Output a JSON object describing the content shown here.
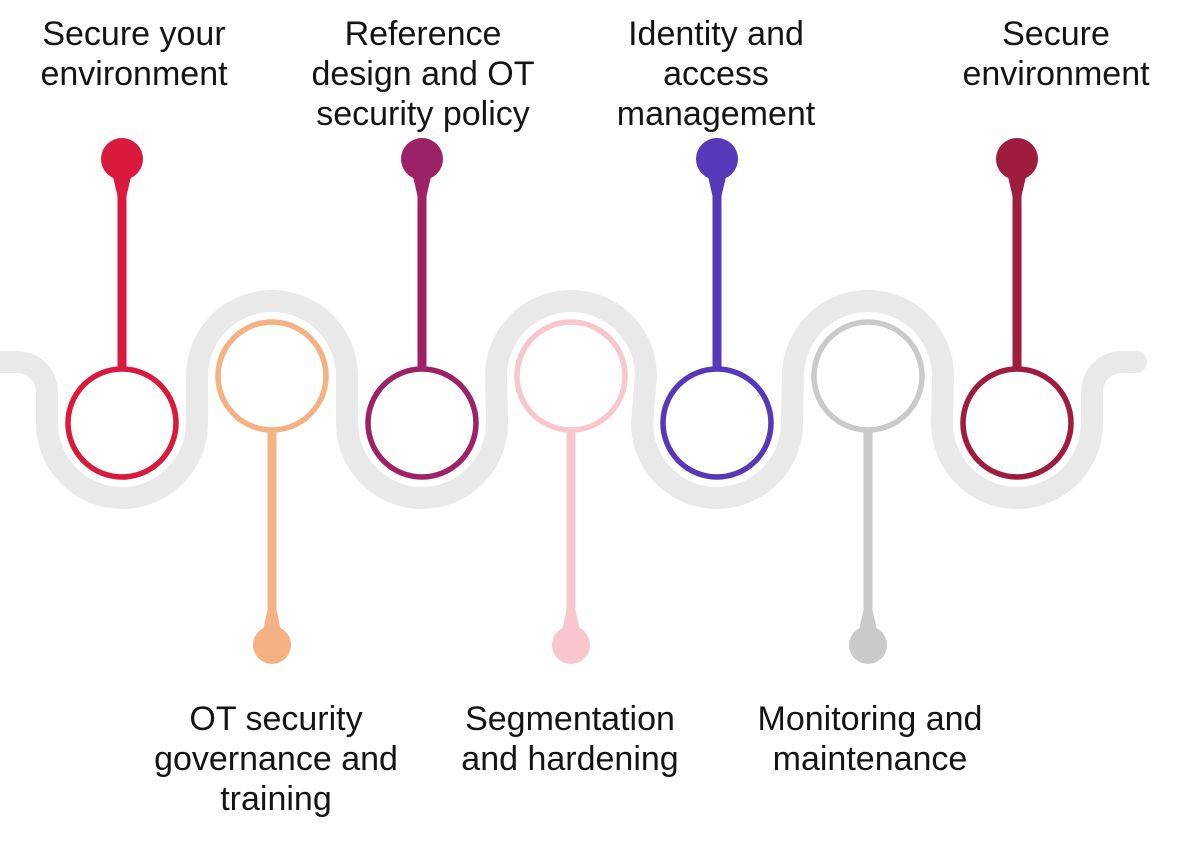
{
  "diagram": {
    "type": "serpentine-roadmap-timeline",
    "background": "#ffffff"
  },
  "colors": {
    "track": "#E9E9E9",
    "text": "#141414"
  },
  "milestones": [
    {
      "label": "Secure your\nenvironment",
      "color": "#D91A3C",
      "label_position": "above"
    },
    {
      "label": "OT security\ngovernance and\ntraining",
      "color": "#F5B183",
      "label_position": "below"
    },
    {
      "label": "Reference\ndesign and OT\nsecurity policy",
      "color": "#9D2166",
      "label_position": "above"
    },
    {
      "label": "Segmentation\nand hardening",
      "color": "#F9C6CE",
      "label_position": "below"
    },
    {
      "label": "Identity and\naccess\nmanagement",
      "color": "#5639B8",
      "label_position": "above"
    },
    {
      "label": "Monitoring and\nmaintenance",
      "color": "#CACACA",
      "label_position": "below"
    },
    {
      "label": "Secure\nenvironment",
      "color": "#9E1C3E",
      "label_position": "above"
    }
  ]
}
